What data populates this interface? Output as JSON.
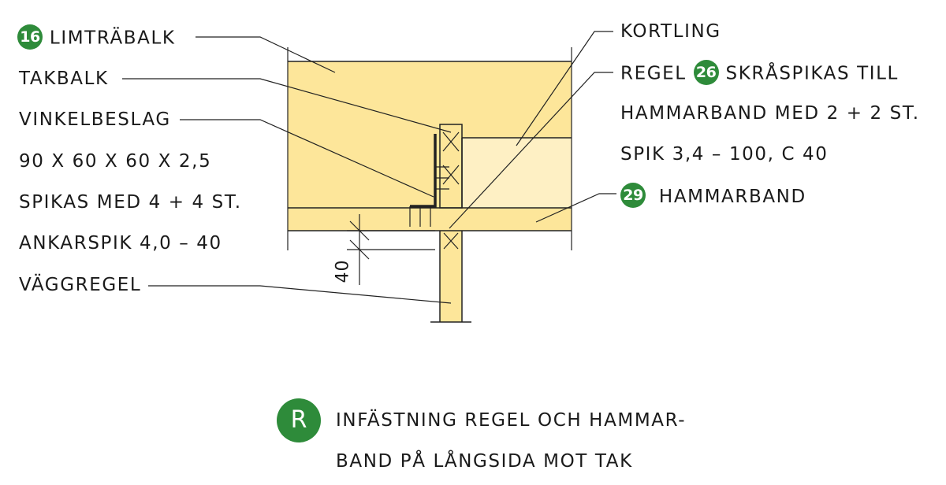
{
  "colors": {
    "badge": "#2e8b3a",
    "wood": "#fde69a",
    "wood_light": "#fef0c4",
    "line": "#222222"
  },
  "labels_left": {
    "limtrabalk": {
      "badge": "16",
      "text": "LIMTRÄBALK"
    },
    "takbalk": "TAKBALK",
    "vinkelbeslag": "VINKELBESLAG",
    "dimension": "90 X 60 X 60 X 2,5",
    "spikas": "SPIKAS MED 4 + 4 ST.",
    "ankarspik": "ANKARSPIK 4,0 – 40",
    "vaggregel": "VÄGGREGEL"
  },
  "labels_right": {
    "kortling": "KORTLING",
    "regel": {
      "prefix": "REGEL",
      "badge": "26",
      "suffix": "SKRÅSPIKAS TILL"
    },
    "hammarband_line": "HAMMARBAND MED 2 + 2 ST.",
    "spik_line": "SPIK 3,4 – 100, C 40",
    "hammarband": {
      "badge": "29",
      "text": "HAMMARBAND"
    }
  },
  "dimension_value": "40",
  "caption": {
    "badge": "R",
    "line1": "INFÄSTNING REGEL OCH HAMMAR-",
    "line2": "BAND PÅ LÅNGSIDA MOT TAK"
  }
}
